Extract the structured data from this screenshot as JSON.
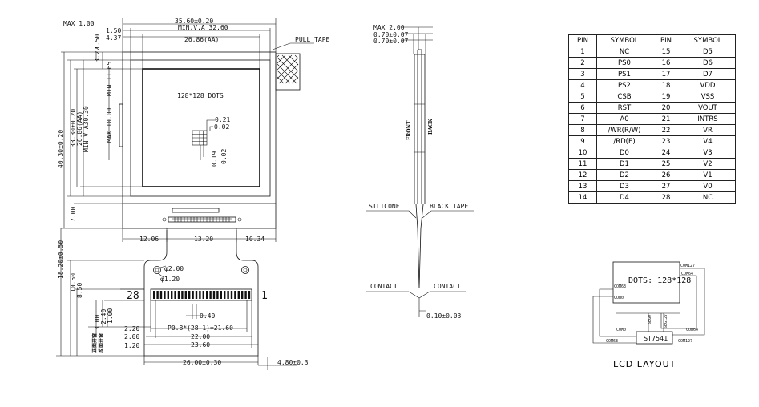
{
  "front_view": {
    "max_top": "MAX 1.00",
    "width_total": "35.60±0.20",
    "min_va": "MIN.V.A 32.60",
    "left_150": "1.50",
    "left_437": "4.37",
    "aa_width": "26.86(AA)",
    "pull_tape": "PULL TAPE",
    "dots": "128*128 DOTS",
    "dot_021": "0.21",
    "dot_002": "0.02",
    "dot_019": "0.19",
    "dot_002b": "0.02",
    "v_150": "1.50",
    "v_322": "3.22",
    "v_min1165": "MIN 11.65",
    "v_max1000": "MAX 10.00",
    "v_4030": "40.30±0.20",
    "v_3330": "33.30±0.20",
    "v_minva": "MIN V.A30.30",
    "v_aa": "26.86(AA)",
    "v_700": "7.00",
    "h_1206": "12.06",
    "h_1320": "13.20",
    "h_1034": "10.34"
  },
  "fpc_view": {
    "v_1820": "18.20±0.50",
    "v_1050": "10.50",
    "v_850": "8.50",
    "v_300": "3.00",
    "v_240": "2.40",
    "v_100": "1.00",
    "hole_200": "φ2.00",
    "hole_120": "φ1.20",
    "pin28": "28",
    "pin1": "1",
    "pitch_040": "0.40",
    "r_220": "2.20",
    "r_200": "2.00",
    "r_120": "1.20",
    "pitch": "P0.8*(28-1)=21.60",
    "w_2200": "22.00",
    "w_2360": "23.60",
    "w_2600": "26.00±0.30",
    "w_480": "4.80±0.3",
    "cn1": "正面开窗",
    "cn2": "反面开窗"
  },
  "side_view": {
    "max200": "MAX 2.00",
    "t070a": "0.70±0.07",
    "t070b": "0.70±0.07",
    "front": "FRONT",
    "back": "BACK",
    "silicone": "SILICONE",
    "black_tape": "BLACK TAPE",
    "contact_l": "CONTACT",
    "contact_r": "CONTACT",
    "t010": "0.10±0.03"
  },
  "pin_table": {
    "headers": [
      "PIN",
      "SYMBOL",
      "PIN",
      "SYMBOL"
    ],
    "rows": [
      [
        "1",
        "NC",
        "15",
        "D5"
      ],
      [
        "2",
        "PS0",
        "16",
        "D6"
      ],
      [
        "3",
        "PS1",
        "17",
        "D7"
      ],
      [
        "4",
        "PS2",
        "18",
        "VDD"
      ],
      [
        "5",
        "CSB",
        "19",
        "VSS"
      ],
      [
        "6",
        "RST",
        "20",
        "VOUT"
      ],
      [
        "7",
        "A0",
        "21",
        "INTRS"
      ],
      [
        "8",
        "/WR(R/W)",
        "22",
        "VR"
      ],
      [
        "9",
        "/RD(E)",
        "23",
        "V4"
      ],
      [
        "10",
        "D0",
        "24",
        "V3"
      ],
      [
        "11",
        "D1",
        "25",
        "V2"
      ],
      [
        "12",
        "D2",
        "26",
        "V1"
      ],
      [
        "13",
        "D3",
        "27",
        "V0"
      ],
      [
        "14",
        "D4",
        "28",
        "NC"
      ]
    ]
  },
  "lcd_layout": {
    "dots": "DOTS: 128*128",
    "com127_top": "COM127",
    "com64_top": "COM64",
    "com63_left": "COM63",
    "com0_left": "COM0",
    "seg0": "SEG0",
    "seg127": "SEG127",
    "com0_bot": "COM0",
    "com64_bot": "COM64",
    "com63_bot": "COM63",
    "chip": "ST7541",
    "com127_bot": "COM127",
    "title": "LCD LAYOUT"
  }
}
